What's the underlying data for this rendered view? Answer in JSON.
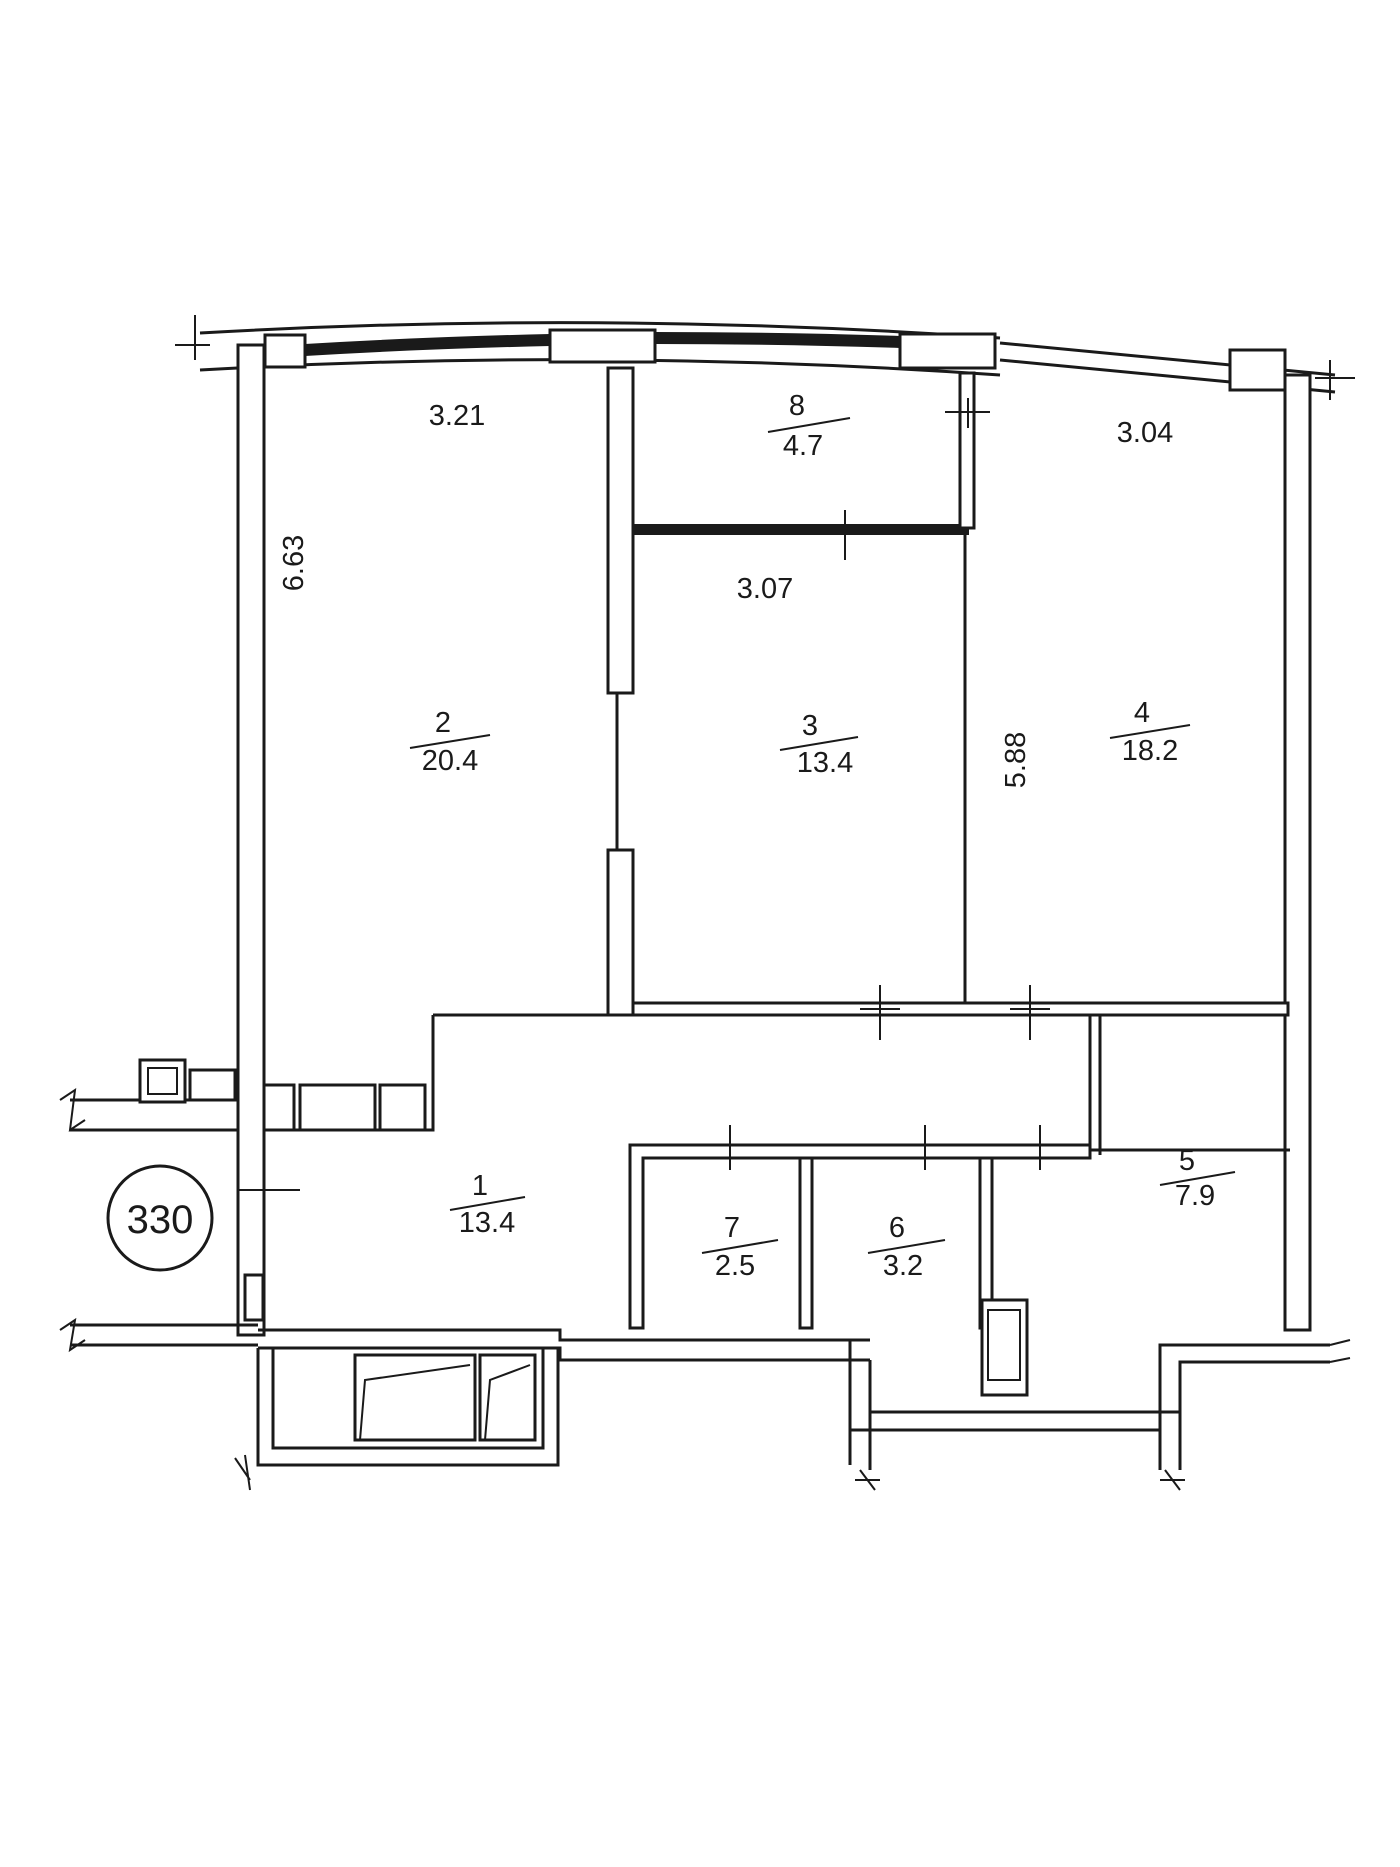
{
  "plan": {
    "apartment_number": "330",
    "rooms": [
      {
        "number": "1",
        "area": "13.4"
      },
      {
        "number": "2",
        "area": "20.4"
      },
      {
        "number": "3",
        "area": "13.4"
      },
      {
        "number": "4",
        "area": "18.2"
      },
      {
        "number": "5",
        "area": "7.9"
      },
      {
        "number": "6",
        "area": "3.2"
      },
      {
        "number": "7",
        "area": "2.5"
      },
      {
        "number": "8",
        "area": "4.7"
      }
    ],
    "dimensions": {
      "room2_width": "3.21",
      "room2_length": "6.63",
      "room3_width": "3.07",
      "room4_width": "3.04",
      "room4_length": "5.88"
    }
  }
}
